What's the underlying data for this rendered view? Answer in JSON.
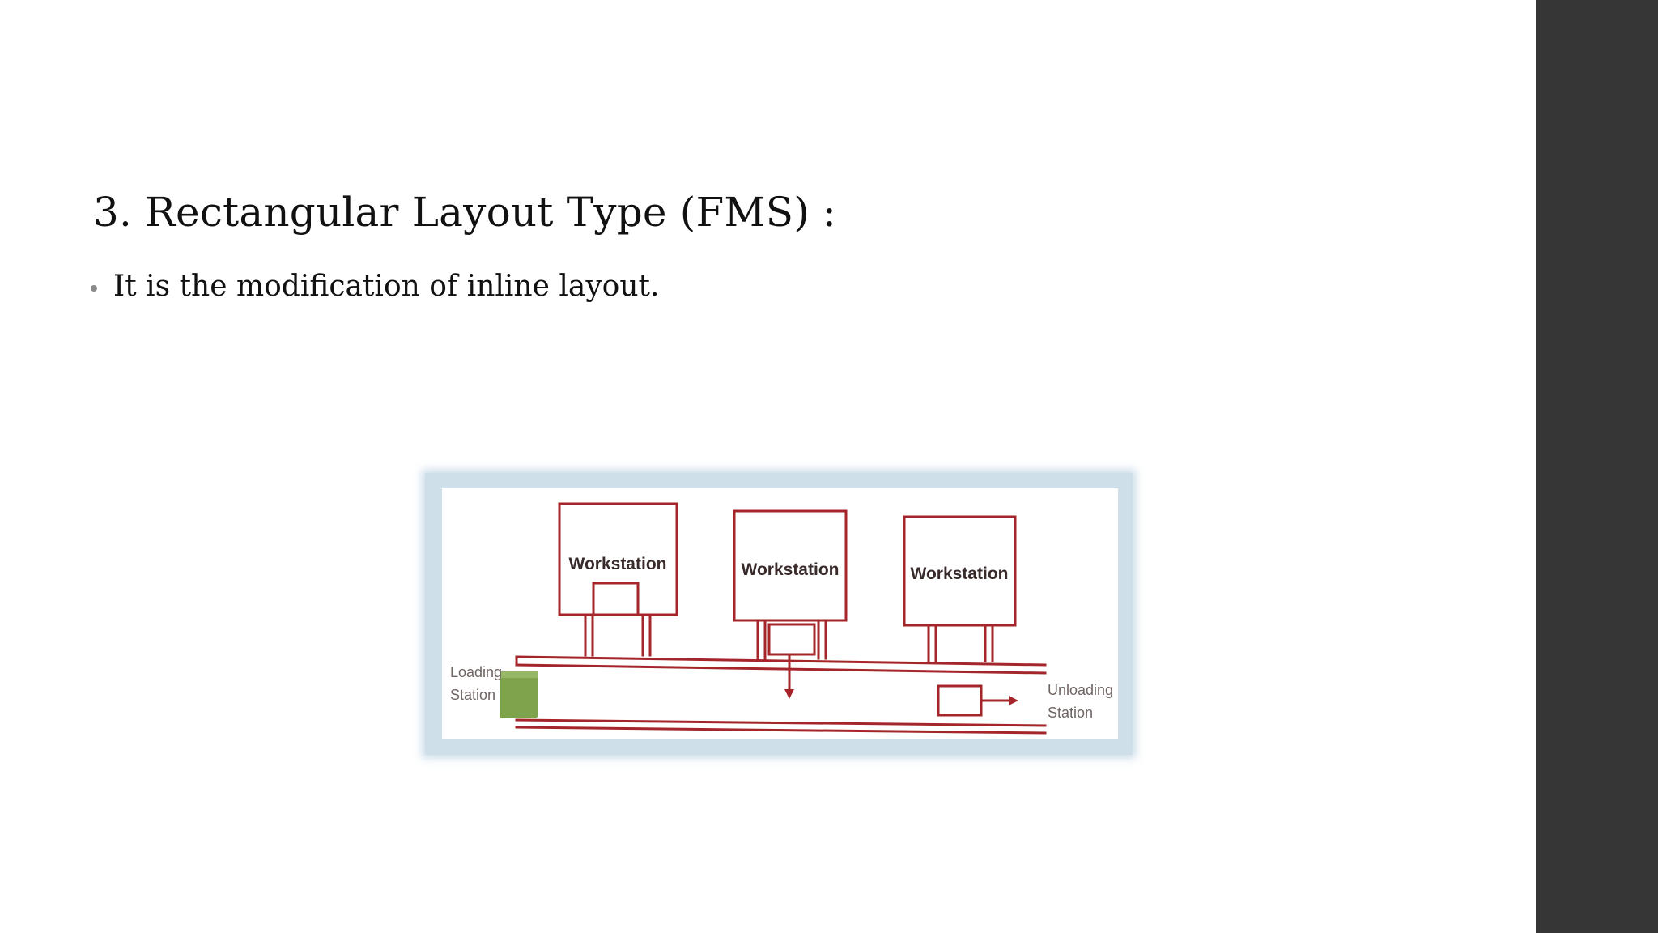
{
  "slide": {
    "title": "3. Rectangular Layout Type (FMS) :",
    "bullets": [
      {
        "text": "It is the modification of inline layout."
      }
    ]
  },
  "diagram": {
    "workstations": [
      "Workstation",
      "Workstation",
      "Workstation"
    ],
    "loading_station": [
      "Loading",
      "Station"
    ],
    "unloading_station": [
      "Unloading",
      "Station"
    ],
    "colors": {
      "line": "#a4262a",
      "part": "#7fa34d",
      "frame": "#cfdfea",
      "sidebar": "#363637"
    }
  }
}
